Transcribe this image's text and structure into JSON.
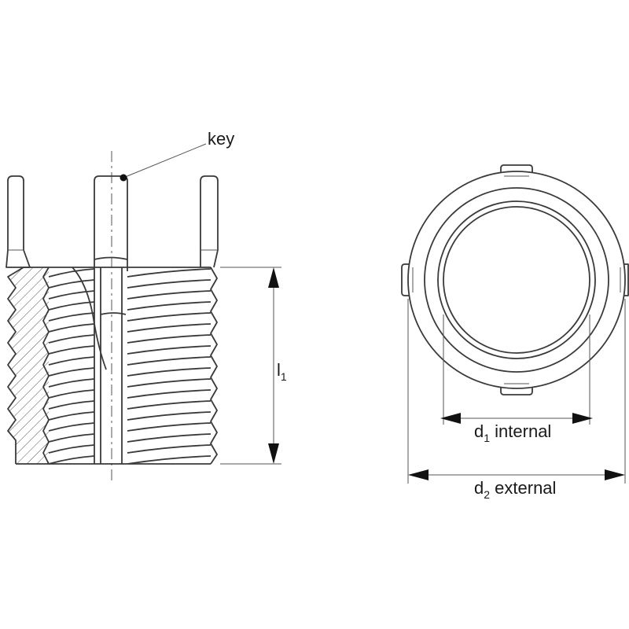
{
  "labels": {
    "key": "key",
    "l1_main": "l",
    "l1_sub": "1",
    "d1_main": "d",
    "d1_sub": "1",
    "d1_text": " internal",
    "d2_main": "d",
    "d2_sub": "2",
    "d2_text": " external"
  },
  "colors": {
    "line": "#3a3a3a",
    "background": "#ffffff"
  }
}
